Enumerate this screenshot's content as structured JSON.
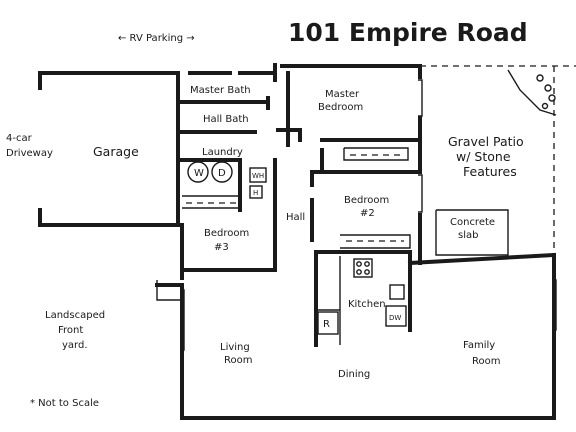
{
  "title": "101 Empire Road",
  "rv_parking": "← RV Parking →",
  "not_to_scale": "* Not to Scale",
  "rooms": {
    "master_bath": "Master Bath",
    "hall_bath": "Hall Bath",
    "master_bedroom": [
      "Master",
      "Bedroom"
    ],
    "laundry": "Laundry",
    "garage": "Garage",
    "driveway": [
      "4-car",
      "Driveway"
    ],
    "bedroom2": [
      "Bedroom",
      "#2"
    ],
    "bedroom3": [
      "Bedroom",
      "#3"
    ],
    "hall": "Hall",
    "kitchen": "Kitchen",
    "living_room": [
      "Living",
      "Room"
    ],
    "dining": "Dining",
    "family_room": [
      "Family",
      "Room"
    ],
    "front_yard": [
      "Landscaped",
      "Front",
      "yard."
    ],
    "gravel_patio": [
      "Gravel Patio",
      "w/ Stone",
      "Features"
    ],
    "concrete_slab": [
      "Concrete",
      "slab"
    ]
  },
  "appliances": {
    "washer": "W",
    "dryer": "D",
    "water_heater": "WH",
    "heater": "H",
    "refrigerator": "R",
    "dishwasher": "DW"
  }
}
